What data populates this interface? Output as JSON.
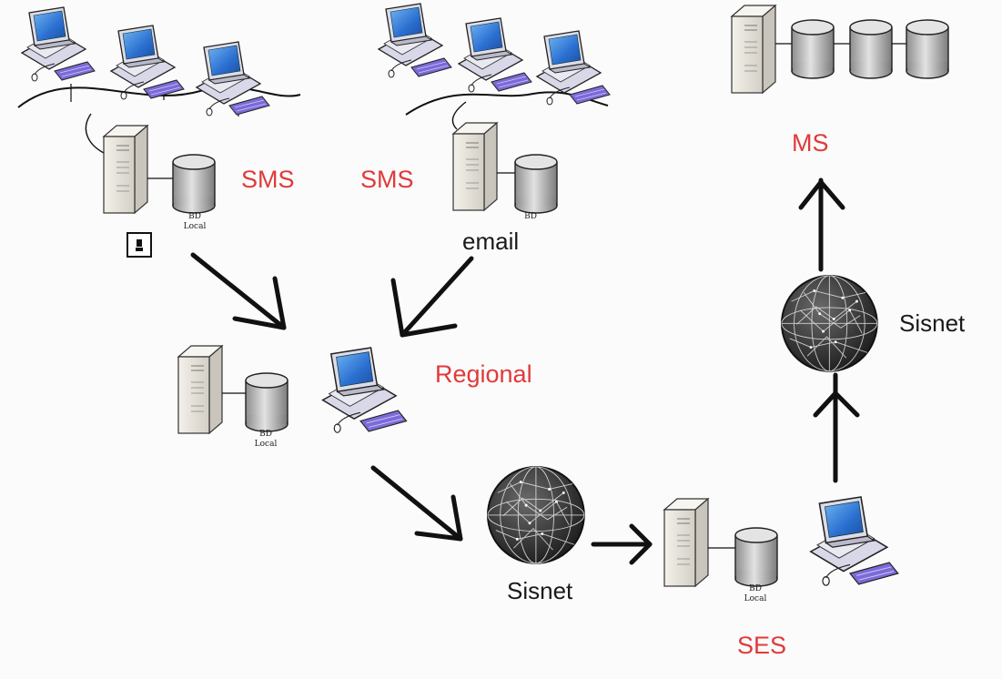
{
  "labels": {
    "sms_left": "SMS",
    "sms_right": "SMS",
    "email": "email",
    "regional": "Regional",
    "ms": "MS",
    "sisnet_right": "Sisnet",
    "sisnet_bottom": "Sisnet",
    "ses": "SES"
  },
  "db_labels": {
    "sms_left": {
      "line1": "BD",
      "line2": "Local"
    },
    "sms_right": {
      "line1": "BD"
    },
    "regional": {
      "line1": "BD",
      "line2": "Local"
    },
    "ses": {
      "line1": "BD",
      "line2": "Local"
    }
  },
  "colors": {
    "label_red": "#e03a3a",
    "label_black": "#1a1a1a",
    "screen_blue": "#2a6fd0",
    "monitor_gray": "#d9d9e6",
    "server_beige": "#ece8e0",
    "cylinder_gray": "#bdbdbd",
    "globe_dark": "#3a3a3a"
  }
}
